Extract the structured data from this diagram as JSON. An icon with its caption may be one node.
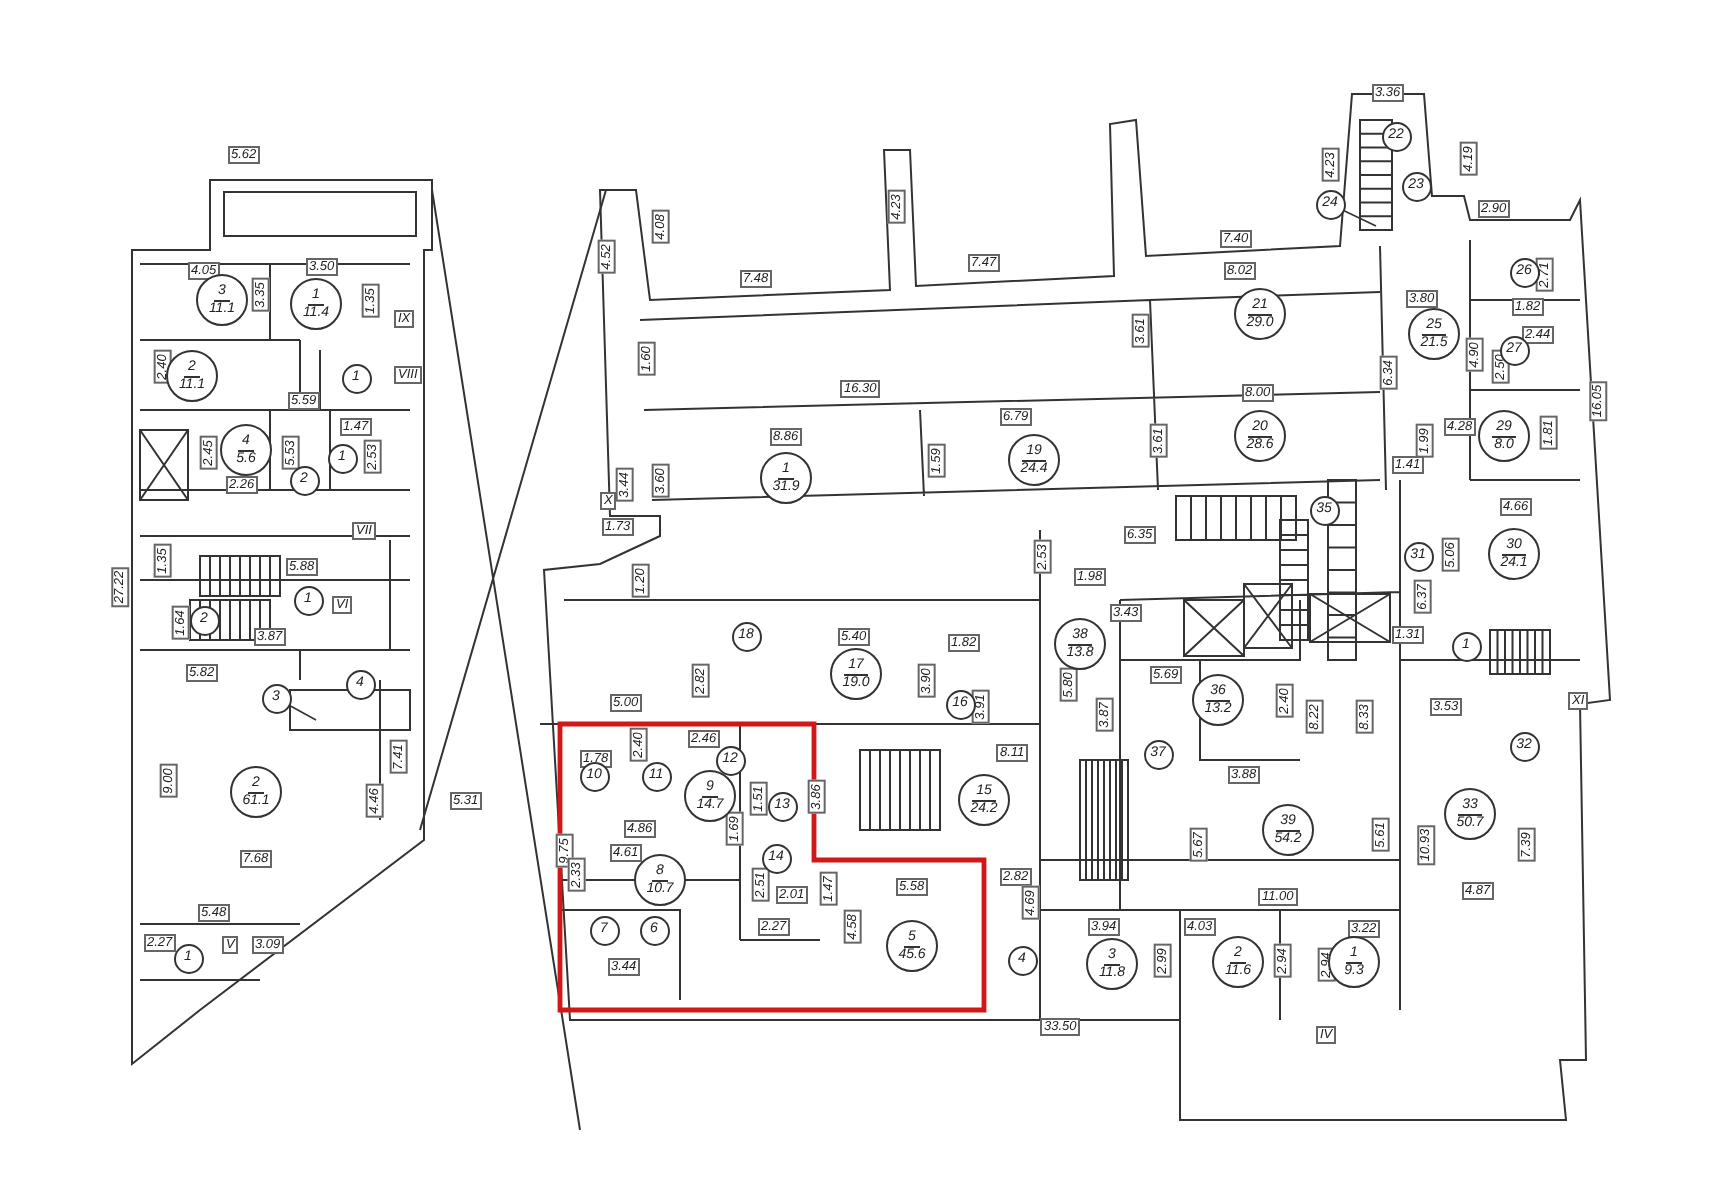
{
  "diagram": {
    "nodes": [
      {
        "text": [
          "3",
          "11.1"
        ]
      },
      {
        "text": [
          "1",
          "11.4"
        ]
      },
      {
        "text": [
          "2",
          "11.1"
        ]
      },
      {
        "text": [
          "1"
        ]
      },
      {
        "text": [
          "4",
          "5.6"
        ]
      },
      {
        "text": [
          "1"
        ]
      },
      {
        "text": [
          "2"
        ]
      },
      {
        "text": [
          "1"
        ]
      },
      {
        "text": [
          "2"
        ]
      },
      {
        "text": [
          "4"
        ]
      },
      {
        "text": [
          "3"
        ]
      },
      {
        "text": [
          "2",
          "61.1"
        ]
      },
      {
        "text": [
          "1"
        ]
      },
      {
        "text": [
          "22"
        ]
      },
      {
        "text": [
          "23"
        ]
      },
      {
        "text": [
          "24"
        ]
      },
      {
        "text": [
          "26"
        ]
      },
      {
        "text": [
          "21",
          "29.0"
        ]
      },
      {
        "text": [
          "25",
          "21.5"
        ]
      },
      {
        "text": [
          "27"
        ]
      },
      {
        "text": [
          "20",
          "28.6"
        ]
      },
      {
        "text": [
          "29",
          "8.0"
        ]
      },
      {
        "text": [
          "19",
          "24.4"
        ]
      },
      {
        "text": [
          "1",
          "31.9"
        ]
      },
      {
        "text": [
          "35"
        ]
      },
      {
        "text": [
          "31"
        ]
      },
      {
        "text": [
          "30",
          "24.1"
        ]
      },
      {
        "text": [
          "18"
        ]
      },
      {
        "text": [
          "38",
          "13.8"
        ]
      },
      {
        "text": [
          "1"
        ]
      },
      {
        "text": [
          "17",
          "19.0"
        ]
      },
      {
        "text": [
          "36",
          "13.2"
        ]
      },
      {
        "text": [
          "16"
        ]
      },
      {
        "text": [
          "32"
        ]
      },
      {
        "text": [
          "37"
        ]
      },
      {
        "text": [
          "12"
        ]
      },
      {
        "text": [
          "10"
        ]
      },
      {
        "text": [
          "11"
        ]
      },
      {
        "text": [
          "9",
          "14.7"
        ]
      },
      {
        "text": [
          "15",
          "24.2"
        ]
      },
      {
        "text": [
          "13"
        ]
      },
      {
        "text": [
          "33",
          "50.7"
        ]
      },
      {
        "text": [
          "39",
          "54.2"
        ]
      },
      {
        "text": [
          "14"
        ]
      },
      {
        "text": [
          "8",
          "10.7"
        ]
      },
      {
        "text": [
          "7"
        ]
      },
      {
        "text": [
          "6"
        ]
      },
      {
        "text": [
          "5",
          "45.6"
        ]
      },
      {
        "text": [
          "4"
        ]
      },
      {
        "text": [
          "3",
          "11.8"
        ]
      },
      {
        "text": [
          "2",
          "11.6"
        ]
      },
      {
        "text": [
          "1",
          "9.3"
        ]
      }
    ],
    "edges": [
      {
        "from": 10,
        "to": null,
        "arrow": "none"
      },
      {
        "from": 15,
        "to": null,
        "arrow": "none"
      }
    ],
    "labels": [
      "5.62",
      "4.05",
      "3.50",
      "3.35",
      "1.35",
      "IX",
      "2.40",
      "VIII",
      "5.59",
      "1.47",
      "2.45",
      "5.53",
      "2.53",
      "2.26",
      "VII",
      "1.35",
      "5.88",
      "27.22",
      "VI",
      "1.64",
      "3.87",
      "5.82",
      "7.41",
      "9.00",
      "4.46",
      "5.31",
      "7.68",
      "5.48",
      "2.27",
      "V",
      "3.09",
      "3.36",
      "4.19",
      "4.23",
      "4.23",
      "2.90",
      "4.08",
      "7.40",
      "4.52",
      "7.47",
      "8.02",
      "2.71",
      "7.48",
      "3.80",
      "1.82",
      "3.61",
      "2.44",
      "4.90",
      "1.60",
      "2.50",
      "6.34",
      "16.30",
      "8.00",
      "16.05",
      "6.79",
      "4.28",
      "1.81",
      "8.86",
      "3.61",
      "1.99",
      "1.59",
      "1.41",
      "3.60",
      "3.44",
      "X",
      "4.66",
      "1.73",
      "6.35",
      "5.06",
      "2.53",
      "1.98",
      "1.20",
      "6.37",
      "3.43",
      "1.31",
      "5.40",
      "1.82",
      "5.69",
      "2.82",
      "3.90",
      "5.80",
      "XI",
      "2.40",
      "5.00",
      "3.53",
      "3.91",
      "3.87",
      "8.22",
      "8.33",
      "2.46",
      "2.40",
      "8.11",
      "1.78",
      "3.88",
      "3.86",
      "1.51",
      "1.69",
      "4.86",
      "5.61",
      "5.67",
      "10.93",
      "7.39",
      "9.75",
      "4.61",
      "2.33",
      "2.82",
      "2.51",
      "5.58",
      "1.47",
      "4.87",
      "2.01",
      "11.00",
      "4.69",
      "2.27",
      "4.58",
      "3.94",
      "4.03",
      "3.22",
      "2.99",
      "2.94",
      "2.94",
      "3.44",
      "33.50",
      "IV"
    ]
  }
}
